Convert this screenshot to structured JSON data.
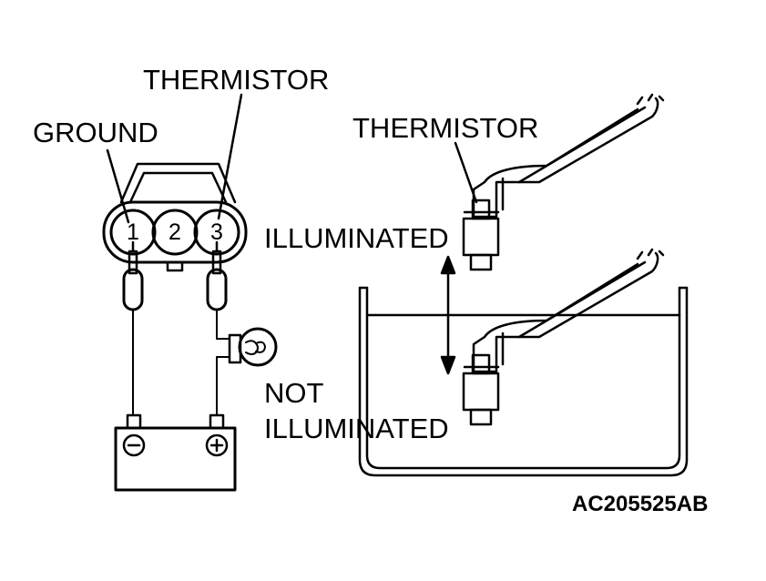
{
  "labels": {
    "thermistor_connector": "THERMISTOR",
    "ground": "GROUND",
    "thermistor_sensor": "THERMISTOR",
    "illuminated": "ILLUMINATED",
    "not": "NOT",
    "not_illuminated": "ILLUMINATED",
    "reference_code": "AC205525AB"
  },
  "connector": {
    "pins": [
      "1",
      "2",
      "3"
    ]
  },
  "battery": {
    "negative_terminal": "-",
    "positive_terminal": "+"
  },
  "colors": {
    "line": "#000000",
    "background": "#ffffff"
  }
}
